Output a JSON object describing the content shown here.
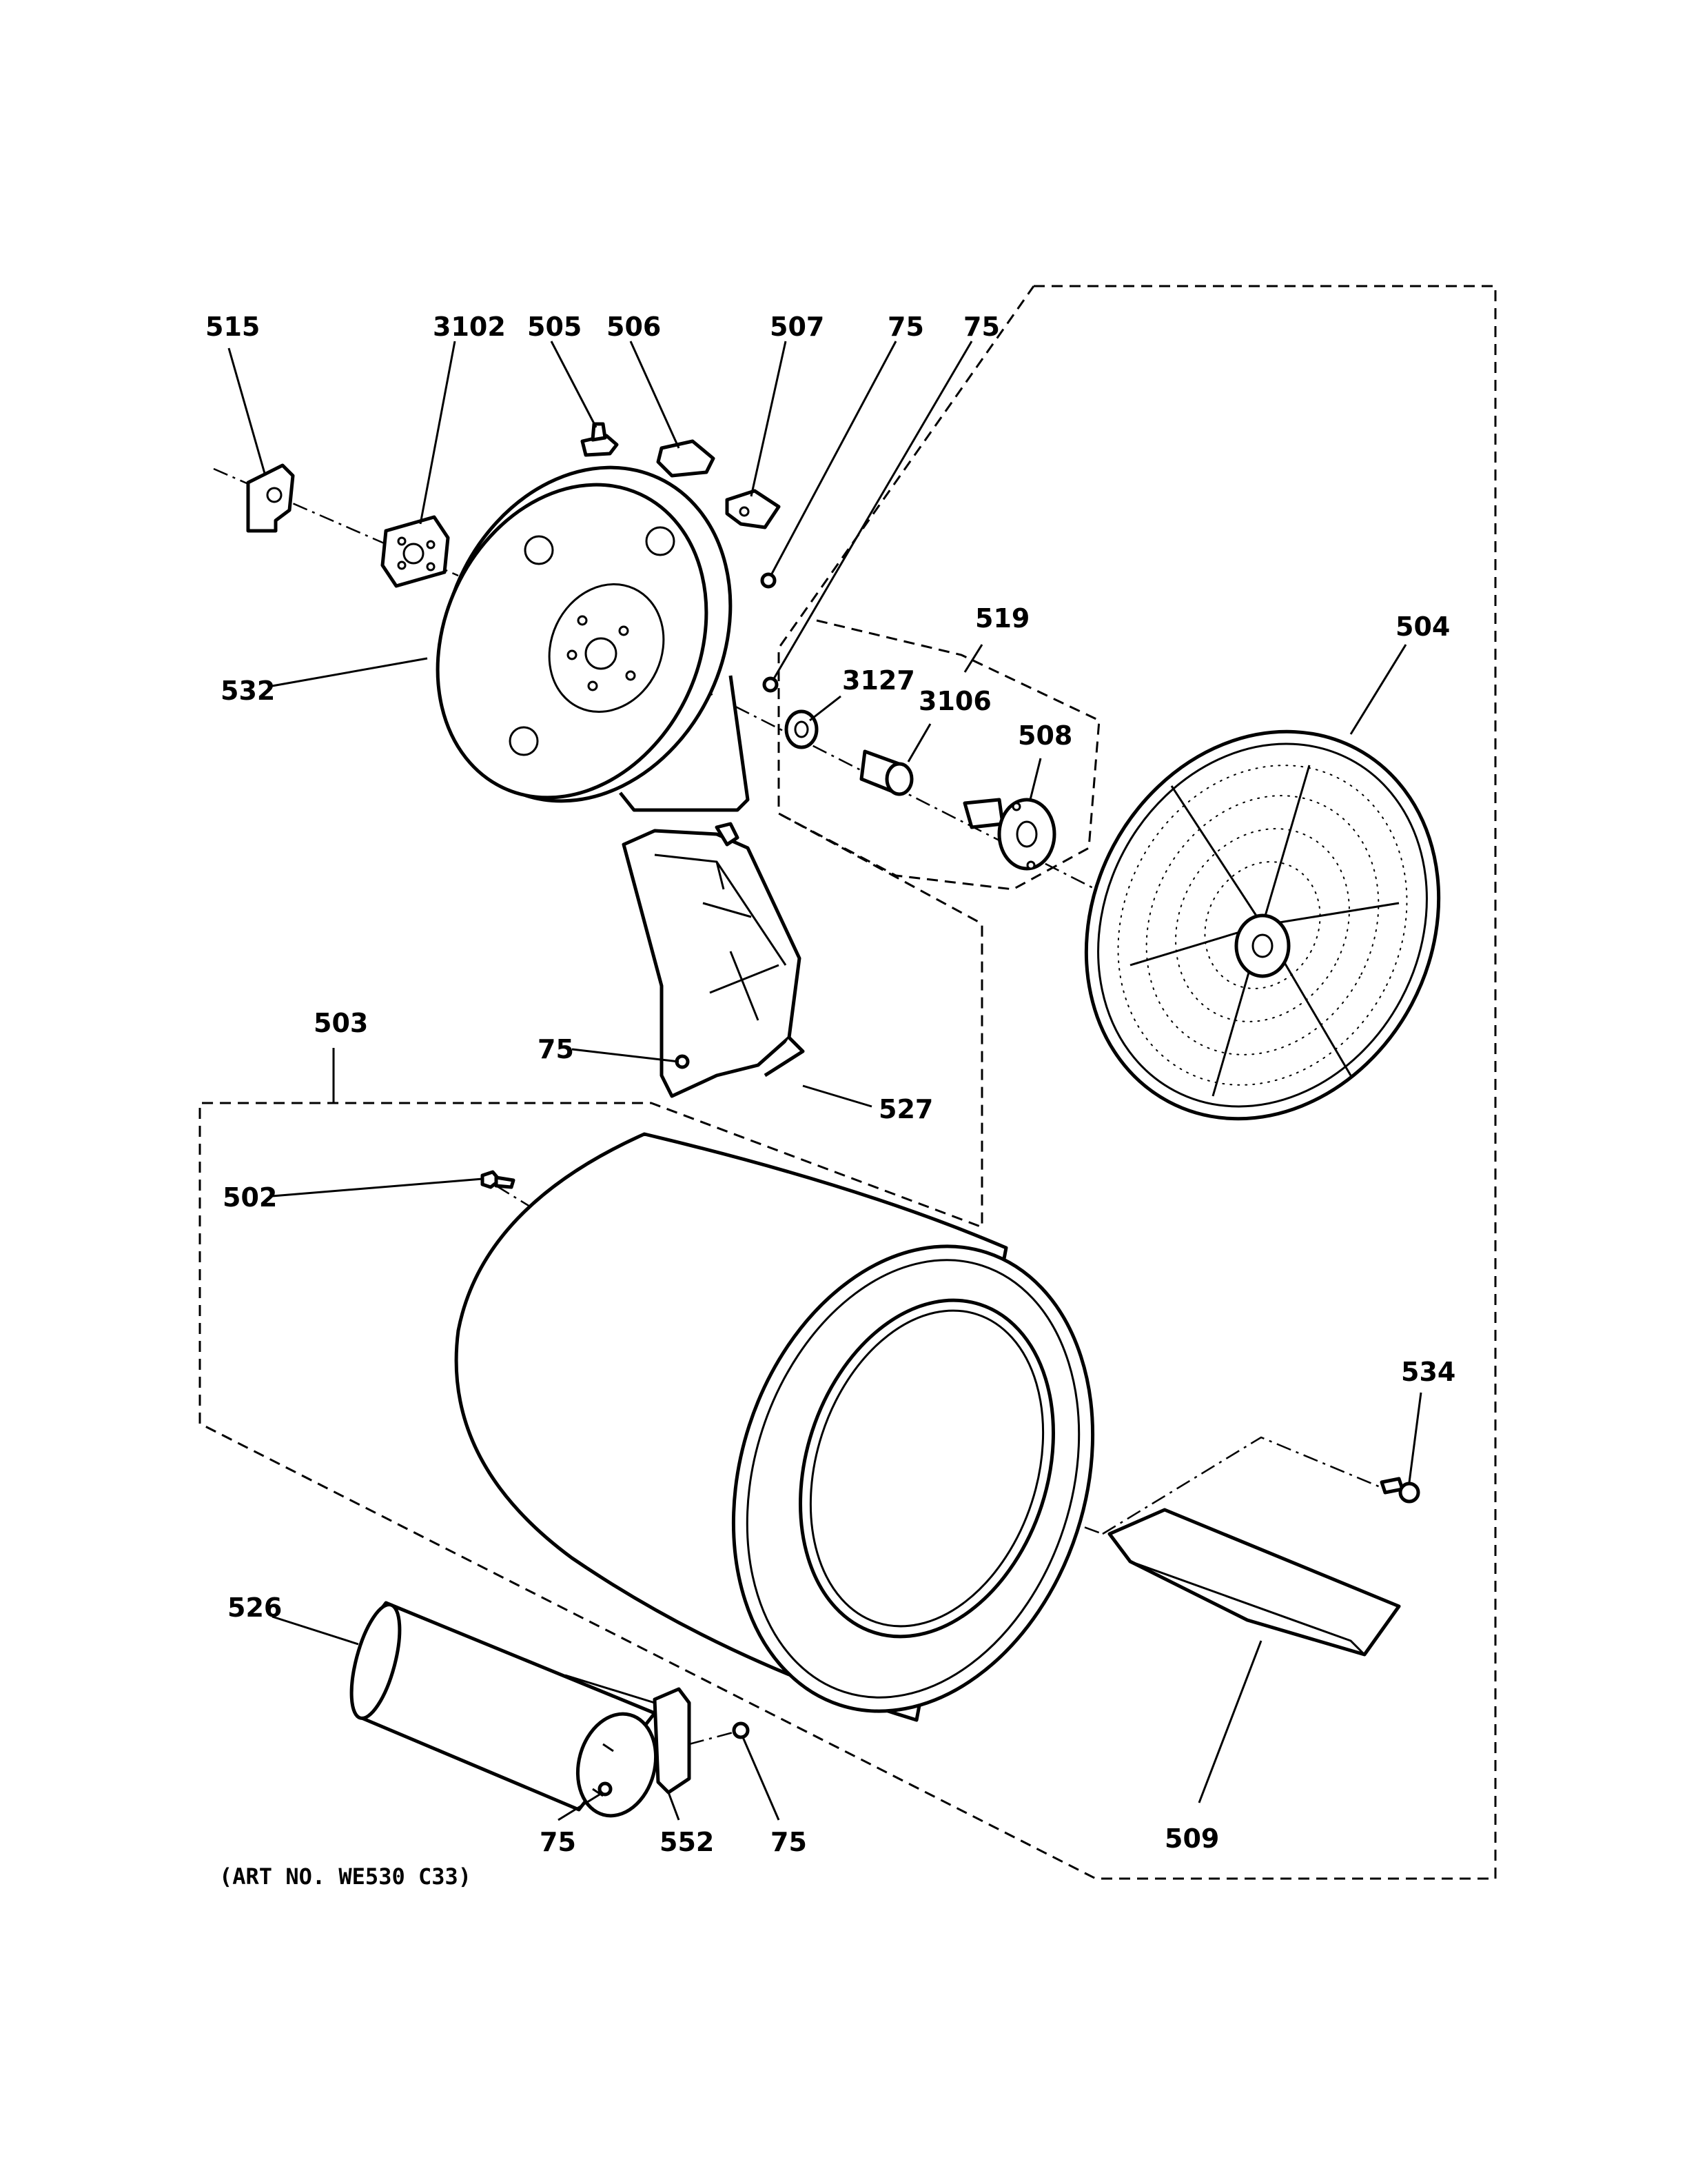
{
  "art_number": "(ART NO. WE530 C33)",
  "callouts": {
    "c515": "515",
    "c3102": "3102",
    "c505": "505",
    "c506": "506",
    "c507": "507",
    "c75_top_a": "75",
    "c75_top_b": "75",
    "c519": "519",
    "c504": "504",
    "c532": "532",
    "c3127": "3127",
    "c3106": "3106",
    "c508": "508",
    "c503": "503",
    "c75_mid": "75",
    "c527": "527",
    "c502": "502",
    "c534": "534",
    "c526": "526",
    "c75_bottom_a": "75",
    "c552": "552",
    "c75_bottom_b": "75",
    "c509": "509"
  }
}
